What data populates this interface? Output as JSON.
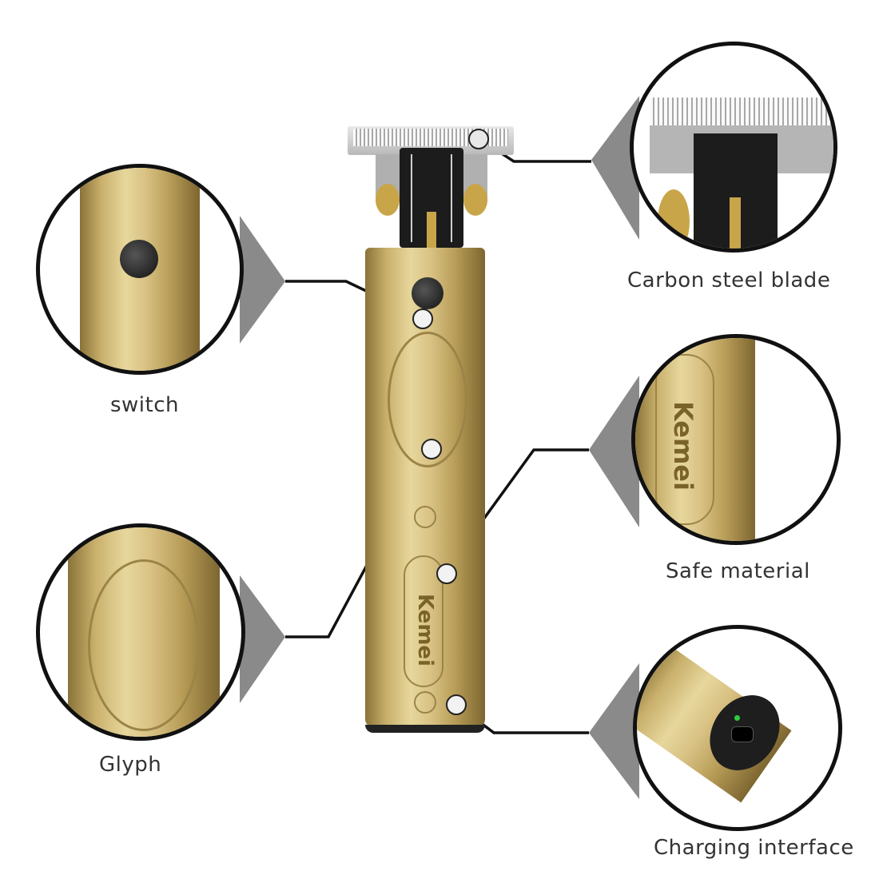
{
  "product": {
    "brand_text": "Kemei",
    "colors": {
      "gold": "#c9b06c",
      "blade_silver": "#b9b9b9",
      "dark_head": "#1c1c1c",
      "leader_line": "#111111",
      "callout_triangle": "#8a8a8a",
      "label_text": "#333333",
      "led_green": "#2ecc40"
    }
  },
  "callouts": [
    {
      "id": "blade",
      "label": "Carbon steel blade"
    },
    {
      "id": "switch",
      "label": "switch"
    },
    {
      "id": "material",
      "label": "Safe material"
    },
    {
      "id": "glyph",
      "label": "Glyph"
    },
    {
      "id": "charging",
      "label": "Charging interface"
    }
  ]
}
